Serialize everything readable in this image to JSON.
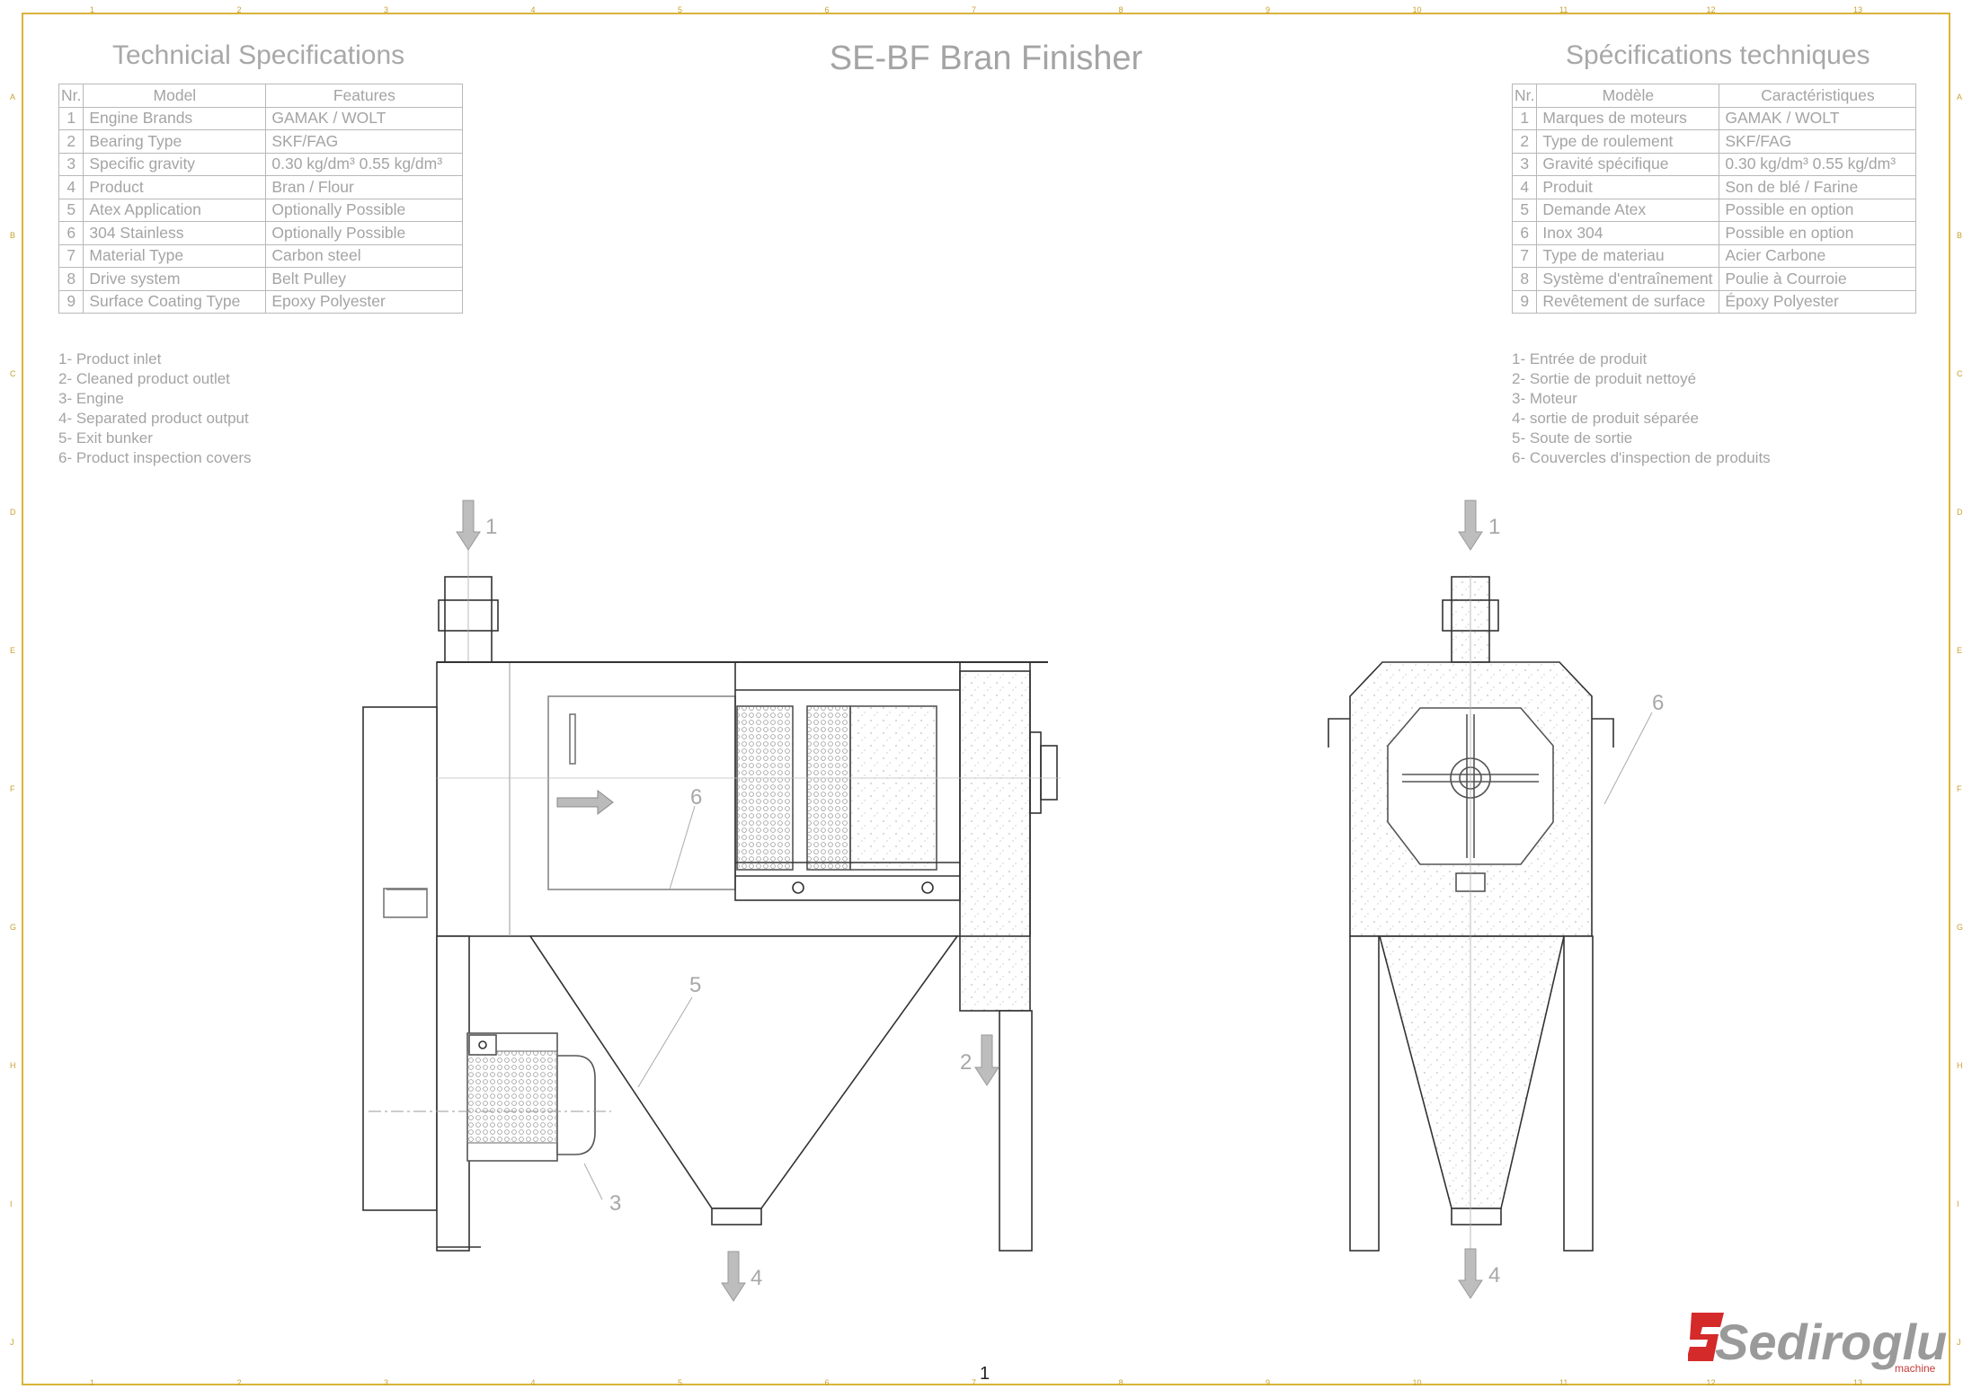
{
  "title": "SE-BF Bran Finisher",
  "spec_en": {
    "heading": "Technicial Specifications",
    "columns": [
      "Nr.",
      "Model",
      "Features"
    ],
    "rows": [
      [
        "1",
        "Engine Brands",
        "GAMAK / WOLT"
      ],
      [
        "2",
        "Bearing Type",
        "SKF/FAG"
      ],
      [
        "3",
        "Specific gravity",
        "0.30 kg/dm³  0.55 kg/dm³"
      ],
      [
        "4",
        "Product",
        "Bran / Flour"
      ],
      [
        "5",
        "Atex Application",
        "Optionally Possible"
      ],
      [
        "6",
        "304 Stainless",
        "Optionally Possible"
      ],
      [
        "7",
        "Material Type",
        "Carbon steel"
      ],
      [
        "8",
        "Drive system",
        "Belt Pulley"
      ],
      [
        "9",
        "Surface Coating Type",
        "Epoxy Polyester"
      ]
    ]
  },
  "spec_fr": {
    "heading": "Spécifications techniques",
    "columns": [
      "Nr.",
      "Modèle",
      "Caractéristiques"
    ],
    "rows": [
      [
        "1",
        "Marques de moteurs",
        "GAMAK / WOLT"
      ],
      [
        "2",
        "Type de roulement",
        "SKF/FAG"
      ],
      [
        "3",
        "Gravité spécifique",
        "0.30 kg/dm³  0.55 kg/dm³"
      ],
      [
        "4",
        "Produit",
        "Son de blé / Farine"
      ],
      [
        "5",
        "Demande Atex",
        "Possible en option"
      ],
      [
        "6",
        "Inox 304",
        "Possible en option"
      ],
      [
        "7",
        "Type de materiau",
        "Acier Carbone"
      ],
      [
        "8",
        "Système d'entraînement",
        "Poulie à Courroie"
      ],
      [
        "9",
        "Revêtement de surface",
        "Époxy Polyester"
      ]
    ]
  },
  "legend_en": [
    "1- Product inlet",
    "2- Cleaned product outlet",
    "3- Engine",
    "4- Separated product output",
    "5- Exit bunker",
    "6- Product inspection covers"
  ],
  "legend_fr": [
    "1- Entrée de produit",
    "2- Sortie de produit nettoyé",
    "3- Moteur",
    "4- sortie de produit séparée",
    "5- Soute de sortie",
    "6- Couvercles d'inspection de produits"
  ],
  "callouts_side": [
    "1",
    "2",
    "3",
    "4",
    "5",
    "6"
  ],
  "callouts_front": [
    "1",
    "4",
    "6"
  ],
  "ruler_top": [
    "1",
    "2",
    "3",
    "4",
    "5",
    "6",
    "7",
    "8",
    "9",
    "10",
    "11",
    "12",
    "13"
  ],
  "ruler_side": [
    "A",
    "B",
    "C",
    "D",
    "E",
    "F",
    "G",
    "H",
    "I",
    "J"
  ],
  "logo": {
    "text": "Sediroglu",
    "sub": "machine"
  },
  "page_number": "1",
  "colors": {
    "frame": "#d9b43a",
    "logo_red": "#d42a2a",
    "logo_grey": "#9a9a9a"
  }
}
